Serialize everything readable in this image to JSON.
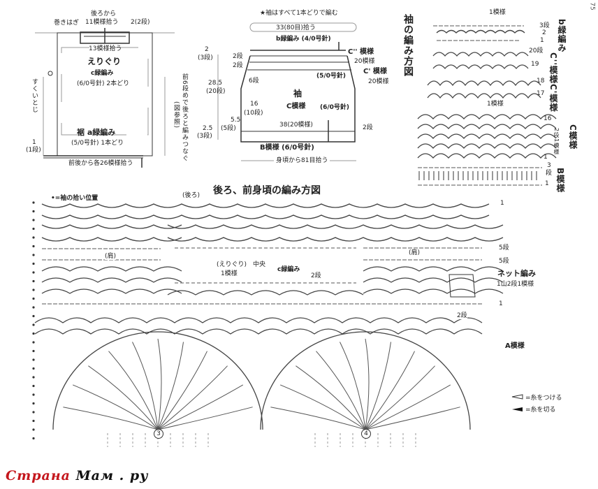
{
  "page_number": "75",
  "watermark": {
    "part1": "Страна ",
    "part2": "Мам . ру"
  },
  "body_schematic": {
    "seam": "巻きはぎ",
    "from_back": "後ろから",
    "pick11": "11模様拾う",
    "rows2": "2(2段)",
    "pick13": "13模様拾う",
    "neck": "えりぐり",
    "neck_pattern": "c緑編み",
    "neck_needle": "(6/0号針) 2本どり",
    "side_seam": "すくいとじ",
    "join_note": "前6段めで後ろと編みつなぐ",
    "see_fig": "(図参照)",
    "hem": "裾  a緑編み",
    "hem_needle": "(5/0号針) 1本どり",
    "hem_h": "1",
    "hem_rows": "(1段)",
    "pick26": "前後から各26模様拾う"
  },
  "sleeve_schematic": {
    "note": "★袖はすべて1本どりで編む",
    "pick80": "33(80目)拾う",
    "b_edge": "b緑編み (4/0号針)",
    "c2": "C'' 模様",
    "c2_count": "20模様",
    "c1": "C' 模様",
    "c1_count": "20模様",
    "r2a": "2段",
    "r2b": "2段",
    "r6": "6段",
    "needle5": "(5/0号針)",
    "title": "袖",
    "c_pattern": "C模様",
    "needle6": "(6/0号針)",
    "h16": "16",
    "h16_rows": "(10段)",
    "w38": "38(20模様)",
    "r2c": "2段",
    "h55": "5.5",
    "h55_rows": "(5段)",
    "h25": "2.5",
    "h25_rows": "(3段)",
    "h2": "2",
    "h2_rows": "(3段)",
    "h285": "28.5",
    "h285_rows": "(20段)",
    "b_pattern": "B模様 (6/0号針)",
    "pick81": "身頃から81目拾う"
  },
  "sleeve_chart": {
    "title": "袖の編み方図",
    "repeat_top": "1模様",
    "repeat_mid": "1模様",
    "rows": {
      "r3": "3段",
      "r2": "2",
      "r1": "1",
      "r20": "20段",
      "r19": "19",
      "r18": "18",
      "r17": "17",
      "r16": "16",
      "c_rep": "2段1模様",
      "c1": "1",
      "b3": "3",
      "b_dan": "段",
      "b1": "1"
    },
    "sections": {
      "b": "b緑編み",
      "c2": "C''模様",
      "c1": "C'模様",
      "c": "C模様",
      "bb": "B模様"
    }
  },
  "body_chart": {
    "title": "後ろ、前身頃の編み方図",
    "pickup_legend": "•=袖の拾い位置",
    "back": "(後ろ)",
    "shoulder_l": "(肩)",
    "shoulder_r": "(肩)",
    "neck": "(えりぐり)",
    "center": "中央",
    "neck_pattern": "c緑編み",
    "repeat": "1模様",
    "rows2": "2段",
    "r1": "1",
    "r5a": "5段",
    "r5b": "5段",
    "net": "ネット編み",
    "net_rep": "1山2段1模様",
    "r1b": "1",
    "a_rows": "2段",
    "a_pattern": "A模様",
    "motif3": "3",
    "motif4": "4"
  },
  "legend": {
    "attach": "=糸をつける",
    "cut": "=糸を切る"
  }
}
